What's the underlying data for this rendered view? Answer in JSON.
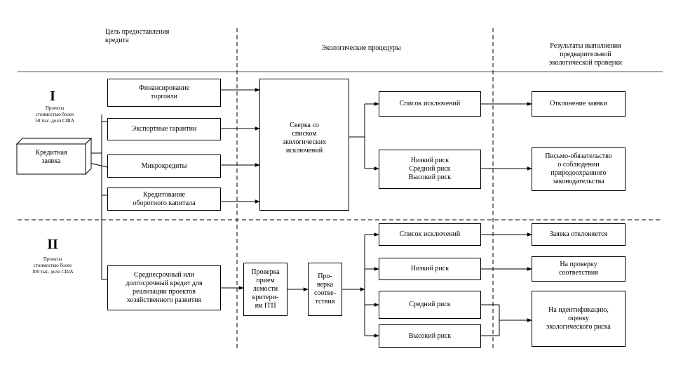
{
  "headers": {
    "goal": "Цель предоставления\nкредита",
    "procedures": "Экологические процедуры",
    "results": "Результаты выполнения\nпредварительной\nэкологической проверки"
  },
  "section1": {
    "numeral": "I",
    "desc": "Проекты\nстоимостью более\n50 тыс. долл США"
  },
  "section2": {
    "numeral": "II",
    "desc": "Проекты\nстоимостью более\n100 тыс. долл США"
  },
  "credit_request": "Кредитная\nзаявка",
  "goals": {
    "trade": "Финансирование\nторговли",
    "export": "Экспортные гарантии",
    "micro": "Микрокредиты",
    "working_capital": "Кредитование\nоборотного капитала",
    "long_term": "Среднесрочный или\nдолгосрочный кредит для\nреализации проектов\nхозяйственного развития"
  },
  "procedures": {
    "check_exclusions": "Сверка со\nсписком\nэкологических\nисключений",
    "check_criteria": "Проверка\nприем\nлемости\nкритери-\nям IТП",
    "check_compliance": "Про-\nверка\nсоотве-\nтствия"
  },
  "outcomes1": {
    "exclusion_list": "Список исключений",
    "risk_levels": "Низкий риск\nСредний риск\nВысокий риск"
  },
  "outcomes2": {
    "exclusion_list": "Список исключений",
    "low": "Низкий риск",
    "medium": "Средний риск",
    "high": "Высокий риск"
  },
  "results1": {
    "reject": "Отклонение заявки",
    "letter": "Письмо-обязательство\nо соблюдении\nприродоохранного\nзаконодательства"
  },
  "results2": {
    "reject": "Заявка отклоняется",
    "compliance": "На проверку\nсоответствия",
    "identification": "На идентификацию,\nоценку\nэкологического риска"
  }
}
